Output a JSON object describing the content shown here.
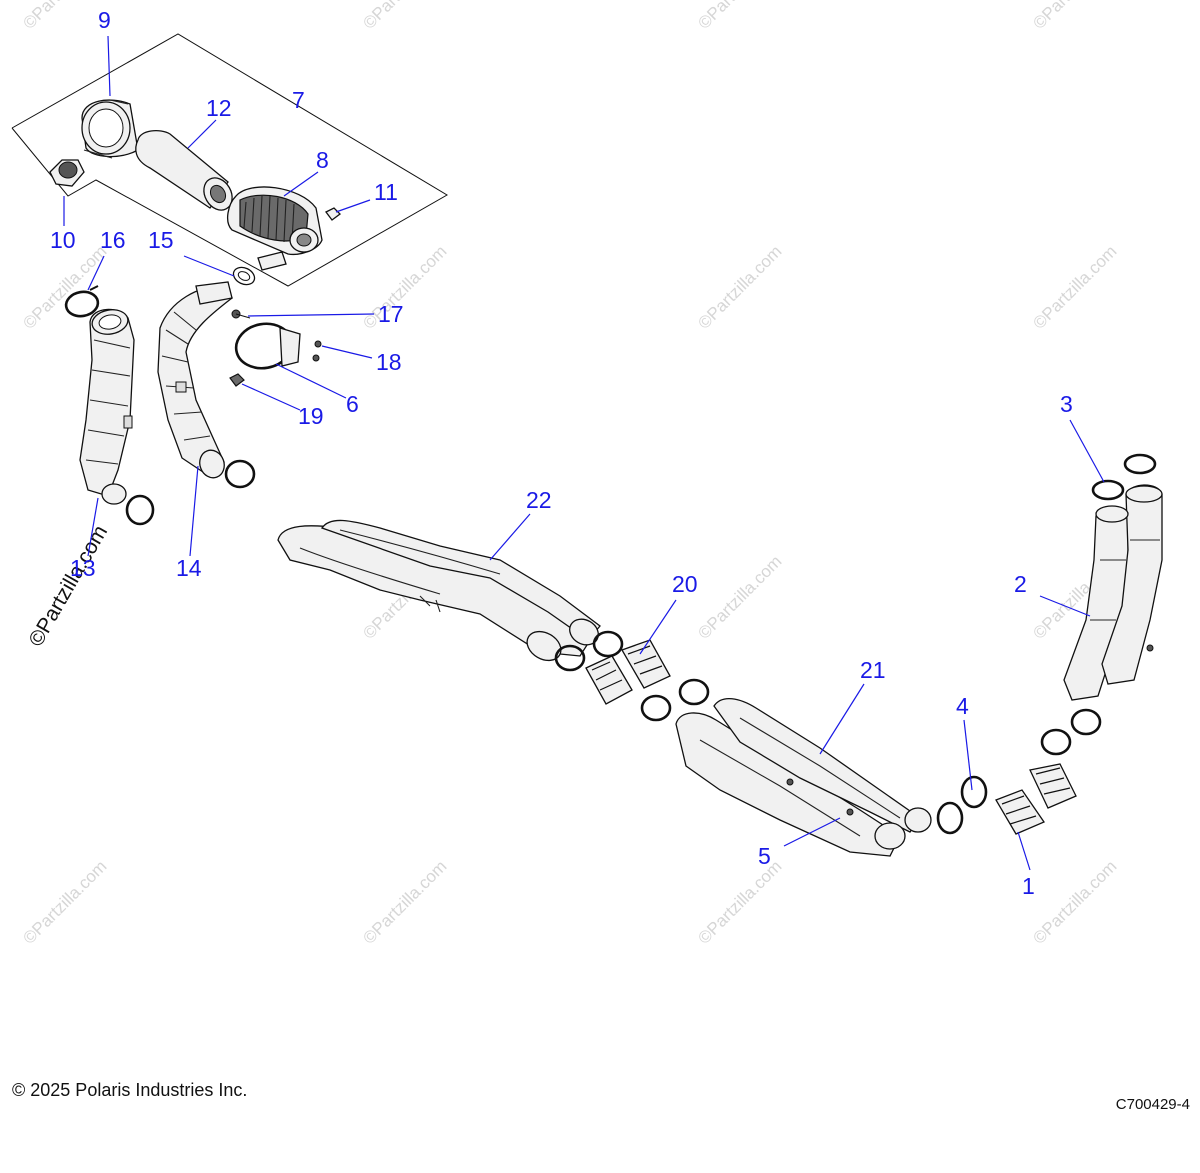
{
  "watermark": {
    "text": "©Partzilla.com",
    "prominent_text": "©Partzilla.com"
  },
  "callouts": {
    "c1": "1",
    "c2": "2",
    "c3": "3",
    "c4": "4",
    "c5": "5",
    "c6": "6",
    "c7": "7",
    "c8": "8",
    "c9": "9",
    "c10": "10",
    "c11": "11",
    "c12": "12",
    "c13": "13",
    "c14": "14",
    "c15": "15",
    "c16": "16",
    "c17": "17",
    "c18": "18",
    "c19": "19",
    "c20": "20",
    "c21": "21",
    "c22": "22"
  },
  "footer": {
    "copyright": "© 2025 Polaris Industries Inc.",
    "figure_id": "C700429-4"
  },
  "colors": {
    "callout": "#1a1ae6",
    "line_art": "#111111",
    "watermark": "#d6d6d6"
  }
}
